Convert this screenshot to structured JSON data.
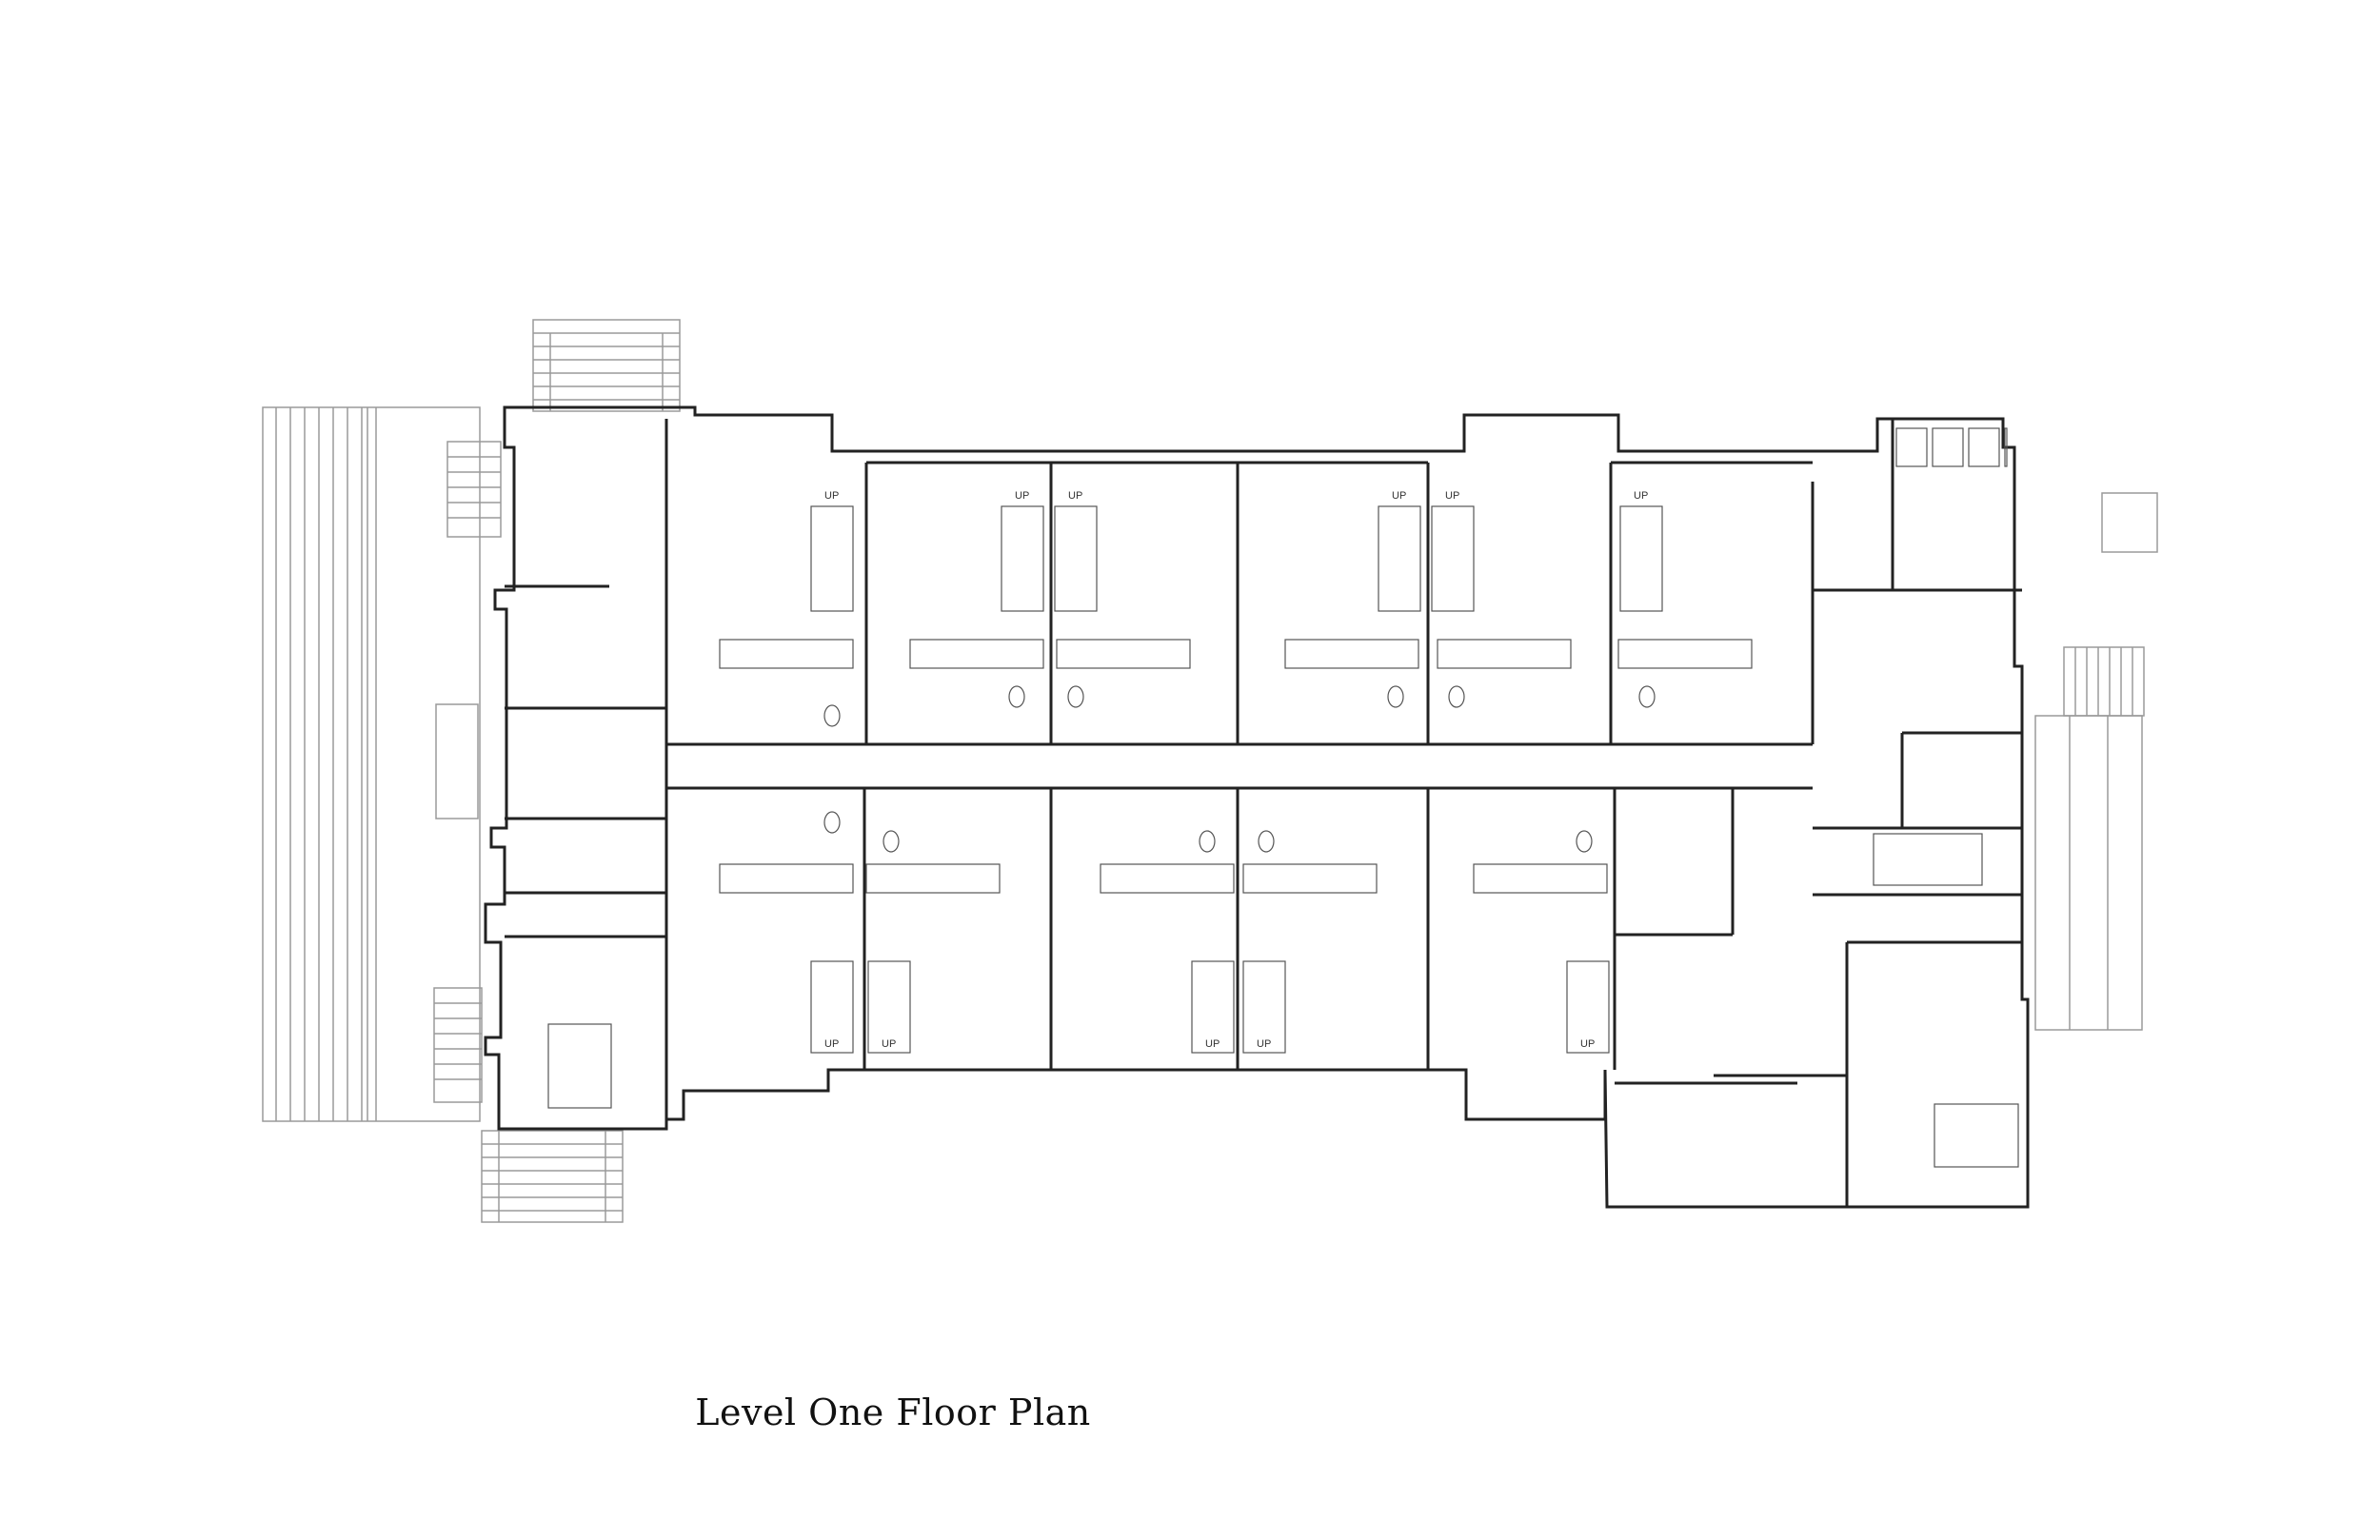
{
  "title": "Level One Floor Plan",
  "labels": {
    "stair_up": "UP"
  },
  "colors": {
    "wall": "#222222",
    "fixture": "#555555",
    "exterior": "#9a9a9a",
    "background": "#ffffff"
  },
  "units": {
    "north": [
      {
        "id": "N1",
        "stair_label": "UP"
      },
      {
        "id": "N2",
        "stair_label": "UP"
      },
      {
        "id": "N3",
        "stair_label": "UP"
      },
      {
        "id": "N4",
        "stair_label": "UP"
      },
      {
        "id": "N5",
        "stair_label": "UP"
      },
      {
        "id": "N6",
        "stair_label": "UP"
      }
    ],
    "south": [
      {
        "id": "S1",
        "stair_label": "UP"
      },
      {
        "id": "S2",
        "stair_label": "UP"
      },
      {
        "id": "S3",
        "stair_label": "UP"
      },
      {
        "id": "S4",
        "stair_label": "UP"
      },
      {
        "id": "S5",
        "stair_label": "UP"
      }
    ]
  }
}
